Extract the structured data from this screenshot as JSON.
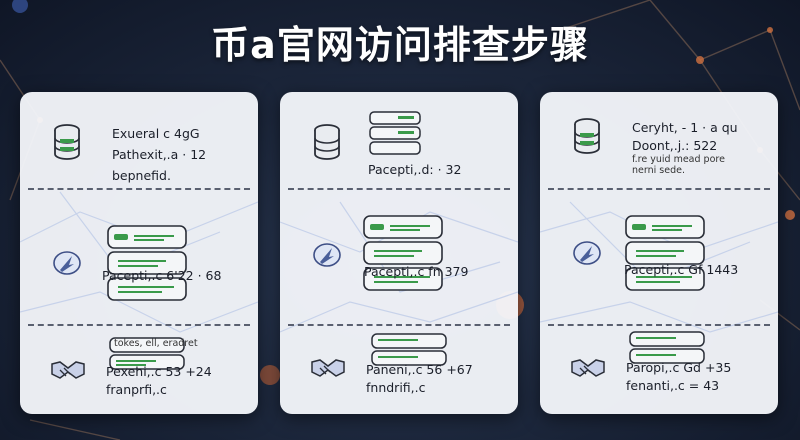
{
  "title": "币a官网访问排查步骤",
  "cards": [
    {
      "top_lines": [
        "Exueral  c  4gG",
        "Pathexit,.a  · 12",
        "bepnefid."
      ],
      "top_small": [],
      "mid_text": "Pacepti,.c  6'22 · 68",
      "mid_small": "",
      "bot_text": [
        "Pexehi,.c  53 +24",
        "franprfi,.c"
      ],
      "bot_small": "tokes, ell, eradret"
    },
    {
      "top_lines": [
        "Pacepti,.d:  · 32"
      ],
      "top_small": [],
      "mid_text": "Pacepti,.c  fn 379",
      "mid_small": "",
      "bot_text": [
        "Paneni,.c  56 +67",
        "fnndrifi,.c"
      ],
      "bot_small": ""
    },
    {
      "top_lines": [
        "Ceryht, - 1 ·  a  qu",
        "Doont,.j.:  522"
      ],
      "top_small": [
        "f.re yuid mead pore",
        "nerni sede."
      ],
      "mid_text": "Pacepti,.c  Gf 1443",
      "mid_small": "",
      "bot_text": [
        "Paropi,.c  Gd +35",
        "fenanti,.c  = 43"
      ],
      "bot_small": ""
    }
  ],
  "icons": [
    "database-icon",
    "server-rack-icon",
    "rocket-icon",
    "handshake-icon"
  ],
  "colors": {
    "accent_green": "#3a9a4a",
    "icon_blue": "#4a5f9a",
    "bg_dark": "#1a2438"
  }
}
